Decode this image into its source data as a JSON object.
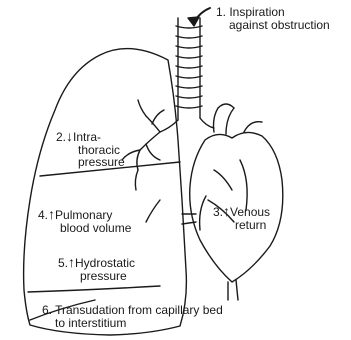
{
  "labels": {
    "step1": {
      "line1": "1. Inspiration",
      "line2": "against obstruction"
    },
    "step2": {
      "prefix": "2.",
      "arrow": "↓",
      "line1": "Intra-",
      "line2": "thoracic",
      "line3": "pressure"
    },
    "step3": {
      "prefix": "3.",
      "arrow": "↑",
      "line1": "Venous",
      "line2": "return"
    },
    "step4": {
      "prefix": "4.",
      "arrow": "↑",
      "line1": "Pulmonary",
      "line2": "blood volume"
    },
    "step5": {
      "prefix": "5.",
      "arrow": "↑",
      "line1": "Hydrostatic",
      "line2": "pressure"
    },
    "step6": {
      "line1": "6. Transudation from capillary bed",
      "line2": "to interstitium"
    }
  },
  "colors": {
    "ink": "#1a1a1a",
    "background": "#ffffff"
  },
  "icons": {
    "inspiration_arrow": "curved-arrow-icon",
    "up": "up-arrow",
    "down": "down-arrow"
  }
}
